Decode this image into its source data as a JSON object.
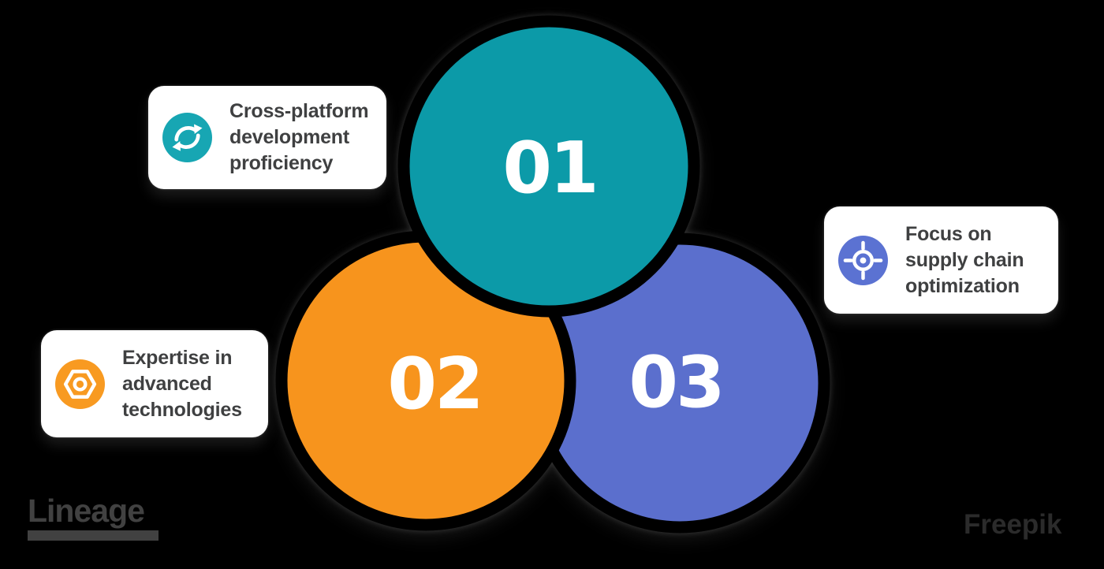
{
  "page": {
    "background": "#000000",
    "type": "three-step circle infographic"
  },
  "circles": [
    {
      "number": "01",
      "color": "#0C9AA8"
    },
    {
      "number": "02",
      "color": "#F7941D"
    },
    {
      "number": "03",
      "color": "#5B6FCD"
    }
  ],
  "cards": [
    {
      "label": "Cross-platform\ndevelopment\nproficiency",
      "icon": "sync-icon",
      "icon_bg": "#17A6B3"
    },
    {
      "label": "Expertise in\nadvanced\ntechnologies",
      "icon": "hexagon-nut-icon",
      "icon_bg": "#F89A21"
    },
    {
      "label": "Focus on\nsupply chain\noptimization",
      "icon": "target-icon",
      "icon_bg": "#5B72D2"
    }
  ],
  "branding": {
    "logo_text": "Lineage",
    "watermark_text": "Freepik"
  },
  "palette": {
    "teal": "#0C9AA8",
    "orange": "#F7941D",
    "indigo": "#5B6FCD",
    "card_background": "#FFFFFF",
    "card_text": "#3F4041",
    "number_text": "#FFFFFF",
    "gap_ring": "#000000",
    "logo_color": "#414141",
    "watermark_color": "#2B2B2B"
  }
}
